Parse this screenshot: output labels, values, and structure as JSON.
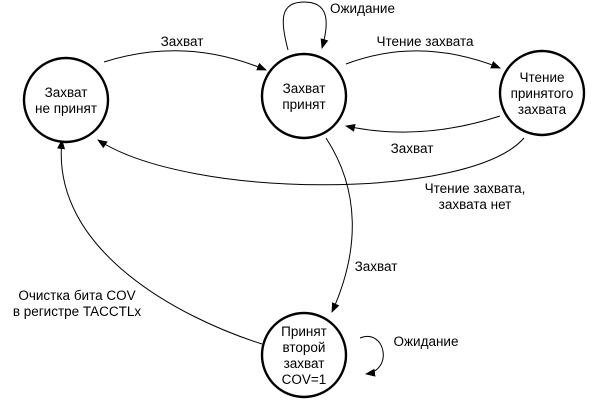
{
  "states": {
    "not_captured": {
      "lines": [
        "Захват",
        "не принят"
      ]
    },
    "captured": {
      "lines": [
        "Захват",
        "принят"
      ]
    },
    "read_captured": {
      "lines": [
        "Чтение",
        "принятого",
        "захвата"
      ]
    },
    "second_capture": {
      "lines": [
        "Принят",
        "второй",
        "захват",
        "COV=1"
      ]
    }
  },
  "transitions": {
    "capture_1": {
      "lines": [
        "Захват"
      ]
    },
    "wait_top": {
      "lines": [
        "Ожидание"
      ]
    },
    "read_capture": {
      "lines": [
        "Чтение захвата"
      ]
    },
    "capture_back": {
      "lines": [
        "Захват"
      ]
    },
    "read_no_capture": {
      "lines": [
        "Чтение захвата,",
        "захвата нет"
      ]
    },
    "capture_down": {
      "lines": [
        "Захват"
      ]
    },
    "clear_cov": {
      "lines": [
        "Очистка бита COV",
        "в регистре TACCTLx"
      ]
    },
    "wait_bottom": {
      "lines": [
        "Ожидание"
      ]
    }
  }
}
